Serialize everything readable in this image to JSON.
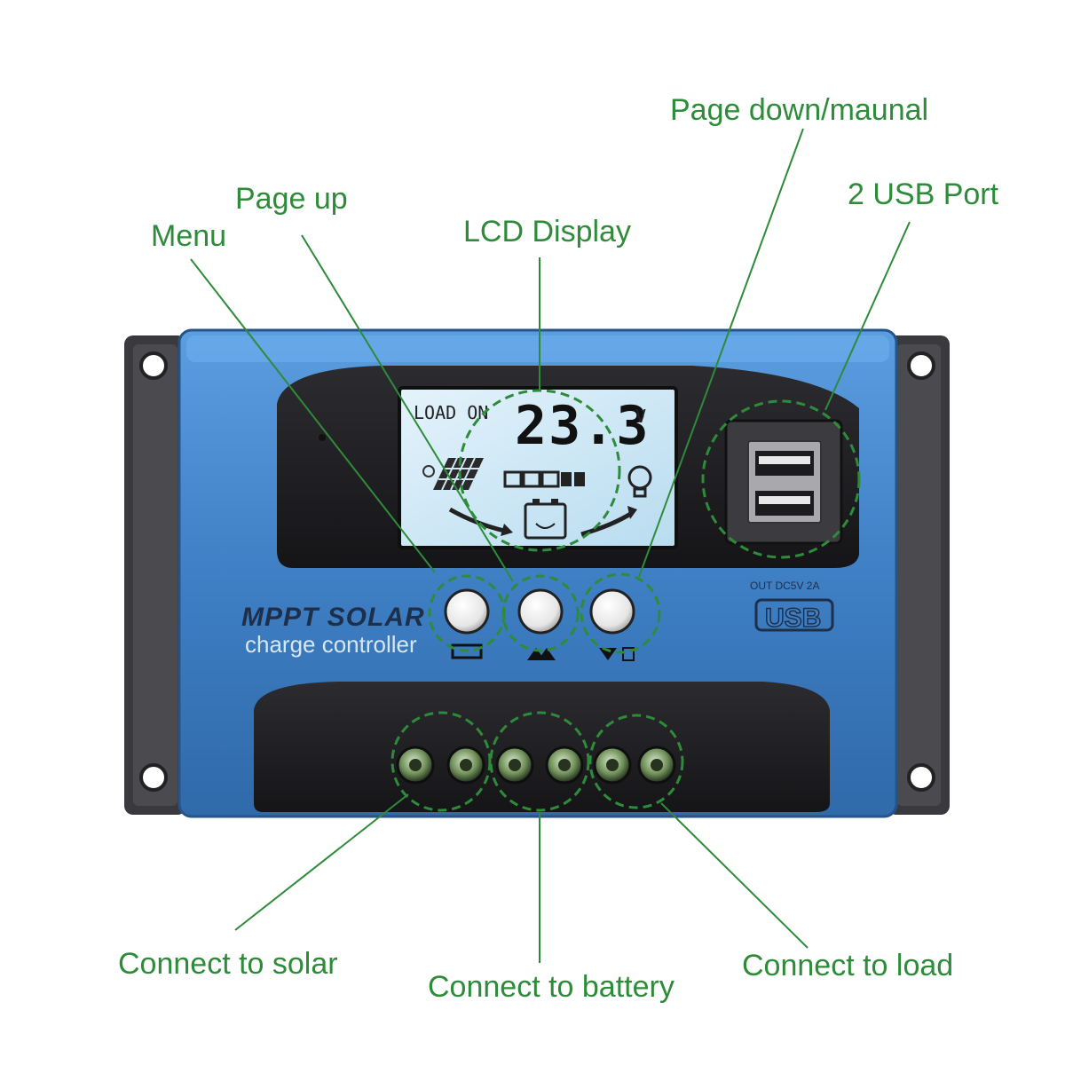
{
  "callouts": {
    "page_down": "Page down/maunal",
    "usb_port": "2 USB Port",
    "page_up": "Page up",
    "menu": "Menu",
    "lcd_display": "LCD Display",
    "connect_solar": "Connect to solar",
    "connect_battery": "Connect to battery",
    "connect_load": "Connect to load"
  },
  "device": {
    "brand_line1": "MPPT SOLAR",
    "brand_line2": "charge controller",
    "usb_spec": "OUT DC5V 2A",
    "usb_logo": "USB"
  },
  "lcd": {
    "status": "LOAD ON",
    "reading": "23.3",
    "unit": "V"
  },
  "colors": {
    "callout_green": "#2e8b3a",
    "panel_blue": "#3f7fc4",
    "lcd_blue": "#cfe7f5"
  }
}
